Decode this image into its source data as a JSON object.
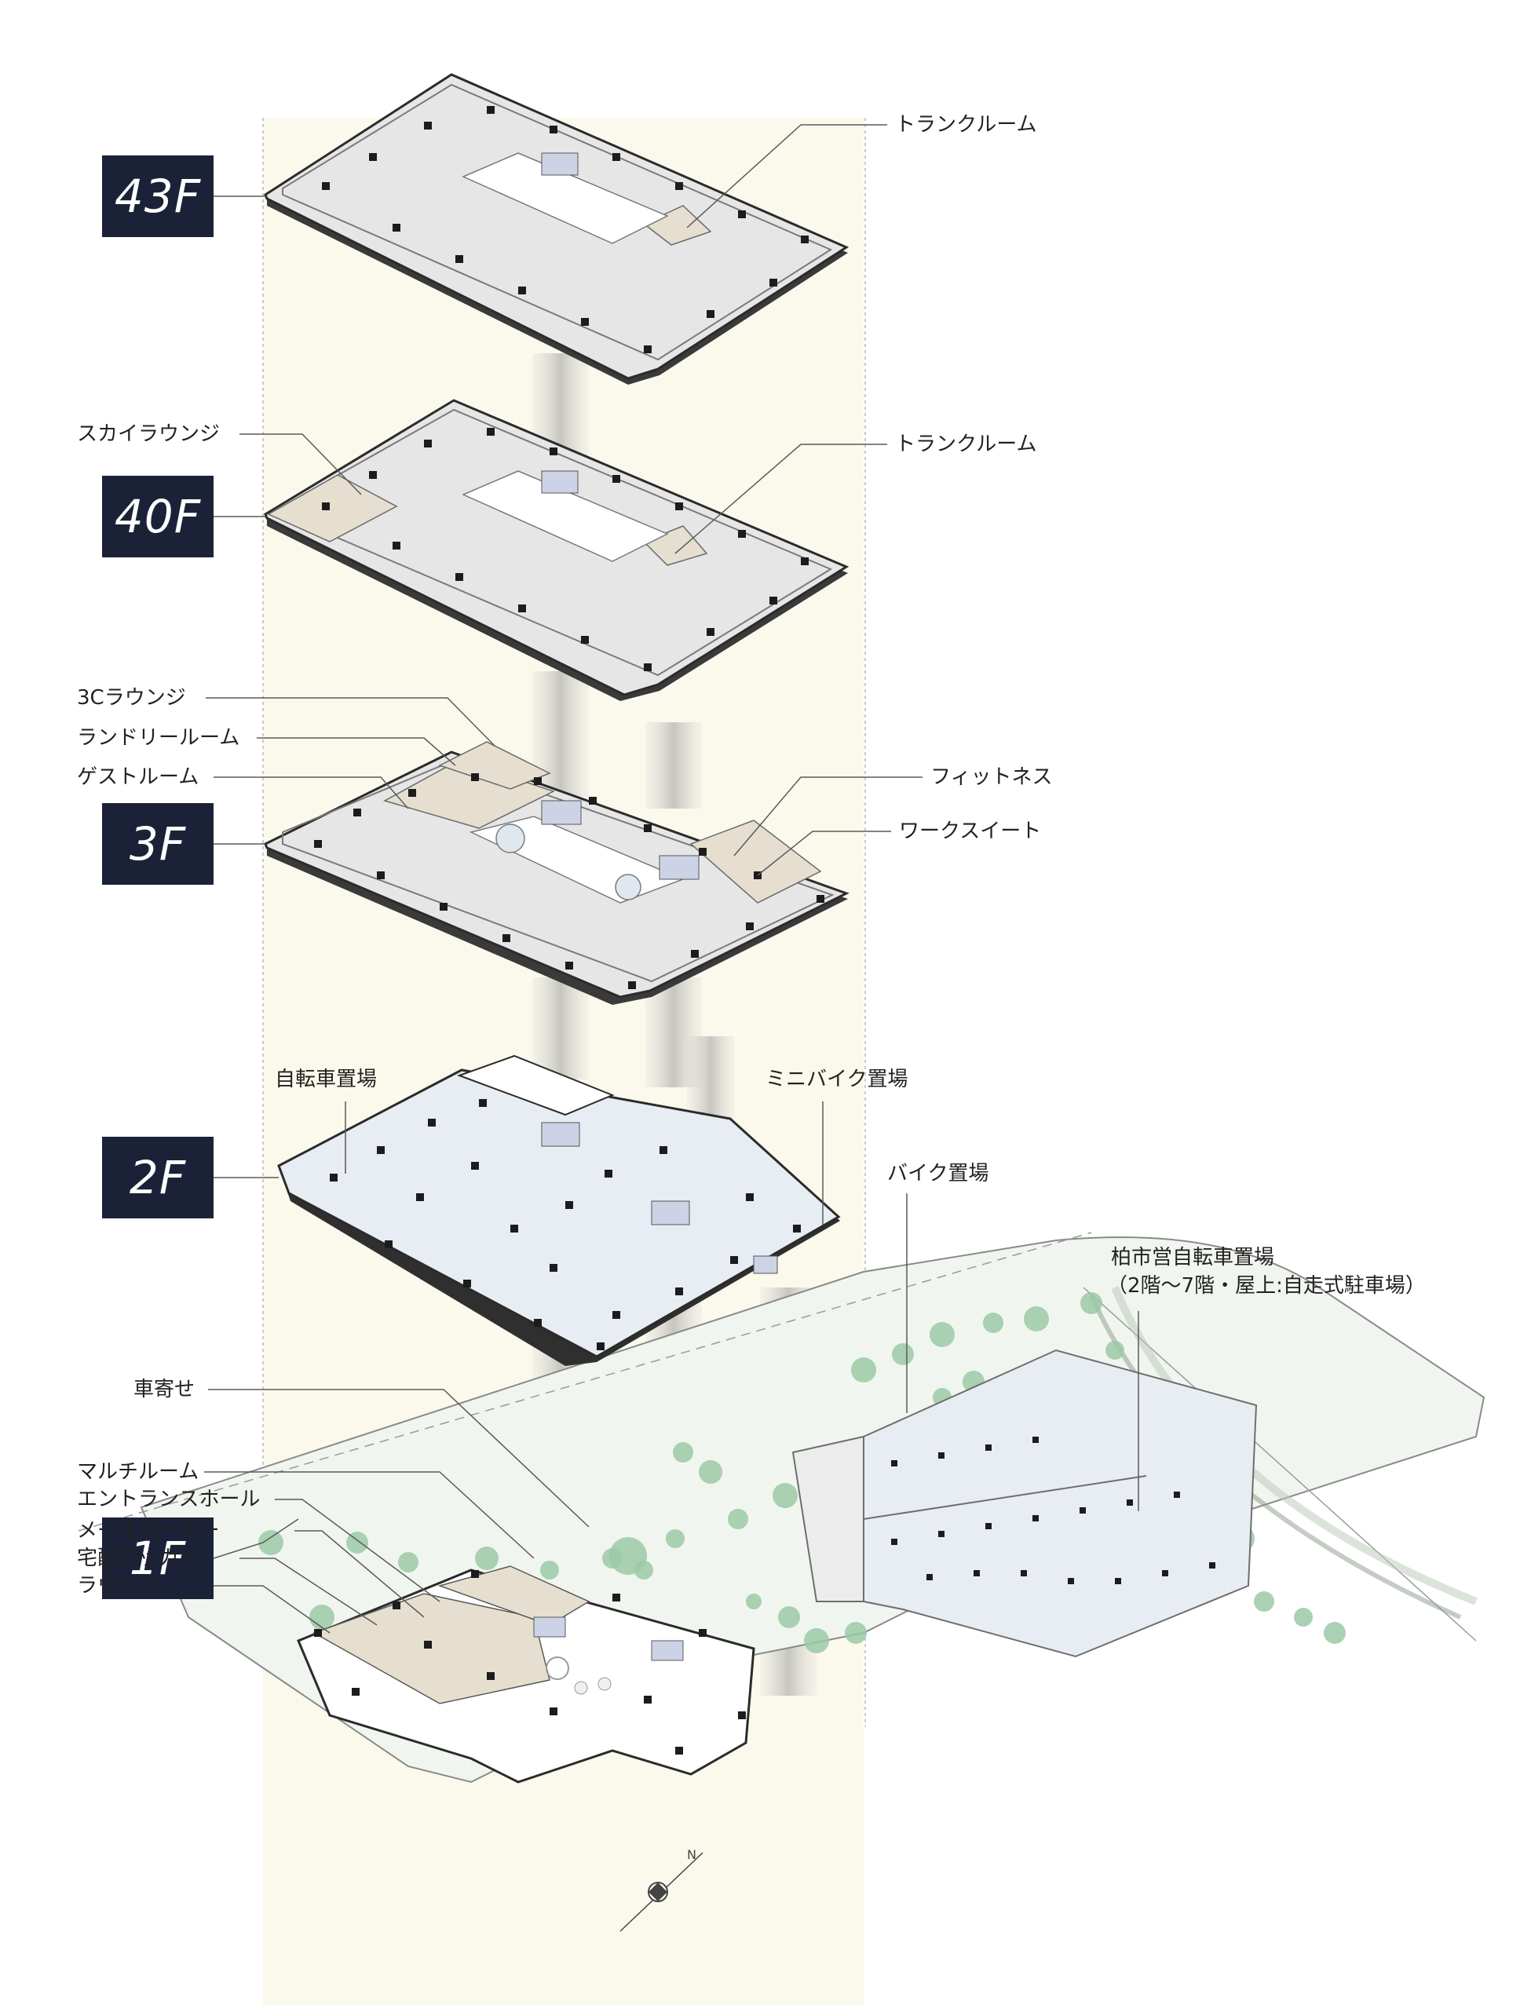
{
  "floors": {
    "f43": {
      "label": "43F"
    },
    "f40": {
      "label": "40F"
    },
    "f3": {
      "label": "3F"
    },
    "f2": {
      "label": "2F"
    },
    "f1": {
      "label": "1F"
    }
  },
  "labels": {
    "trunk_room_43": "トランクルーム",
    "sky_lounge": "スカイラウンジ",
    "trunk_room_40": "トランクルーム",
    "lounge_3c": "3Cラウンジ",
    "laundry_room": "ランドリールーム",
    "guest_room": "ゲストルーム",
    "fitness": "フィットネス",
    "work_suite": "ワークスイート",
    "bicycle_parking": "自転車置場",
    "mini_bike_parking": "ミニバイク置場",
    "bike_parking": "バイク置場",
    "city_bicycle_parking_line1": "柏市営自転車置場",
    "city_bicycle_parking_line2": "（2階〜7階・屋上:自走式駐車場）",
    "car_porch": "車寄せ",
    "multi_room": "マルチルーム",
    "entrance_hall": "エントランスホール",
    "mail_corner": "メールコーナー",
    "delivery_locker": "宅配ロッカー",
    "lounge": "ラウンジ"
  },
  "compass": {
    "north": "N"
  },
  "colors": {
    "badge_bg": "#1b2238",
    "floor_fill": "#e6e6e6",
    "amenity_fill": "#e6dfd0",
    "parking_fill": "#e8edf3",
    "greenery": "#9bc9a6",
    "site_fill": "#f1f5ef"
  }
}
